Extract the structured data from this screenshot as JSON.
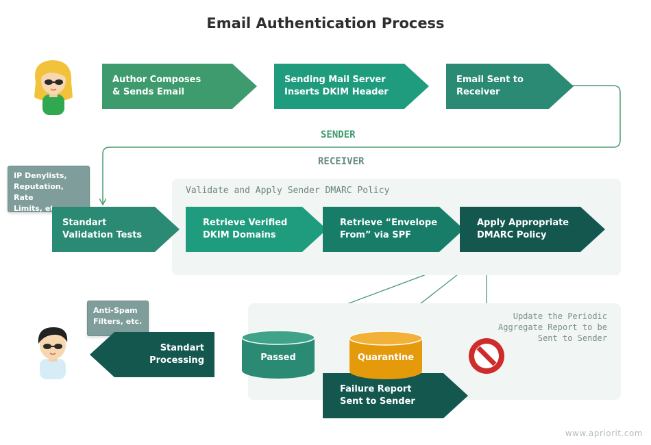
{
  "title": "Email Authentication Process",
  "sender_label": "SENDER",
  "receiver_label": "RECEIVER",
  "sender_steps": [
    {
      "line1": "Author Composes",
      "line2": "& Sends Email"
    },
    {
      "line1": "Sending Mail Server",
      "line2": "Inserts DKIM Header"
    },
    {
      "line1": "Email Sent to",
      "line2": "Receiver"
    }
  ],
  "tags": {
    "ip": {
      "line1": "IP Denylists,",
      "line2": "Reputation, Rate",
      "line3": "Limits, etc."
    },
    "antispam": {
      "line1": "Anti-Spam",
      "line2": "Filters, etc."
    }
  },
  "validation_step": {
    "line1": "Standart",
    "line2": "Validation Tests"
  },
  "dmarc_panel_title": "Validate and Apply Sender DMARC Policy",
  "dmarc_steps": [
    {
      "line1": "Retrieve Verified",
      "line2": "DKIM Domains"
    },
    {
      "line1": "Retrieve “Envelope",
      "line2": "From” via SPF"
    },
    {
      "line1": "Apply Appropriate",
      "line2": "DMARC Policy"
    }
  ],
  "outcomes": {
    "passed": "Passed",
    "quarantine": "Quarantine",
    "reject_icon": "no-entry-icon"
  },
  "periodic_note": {
    "line1": "Update the Periodic",
    "line2": "Aggregate Report to be",
    "line3": "Sent to Sender"
  },
  "standard_processing": {
    "line1": "Standart",
    "line2": "Processing"
  },
  "failure_report": {
    "line1": "Failure Report",
    "line2": "Sent to Sender"
  },
  "watermark": "www.apriorit.com",
  "colors": {
    "green_light": "#3e9b6d",
    "teal": "#1f9c7e",
    "teal_mid": "#2b8a73",
    "teal_dark": "#13574f",
    "quarantine": "#e59a0c",
    "connector": "#4a9a72"
  }
}
